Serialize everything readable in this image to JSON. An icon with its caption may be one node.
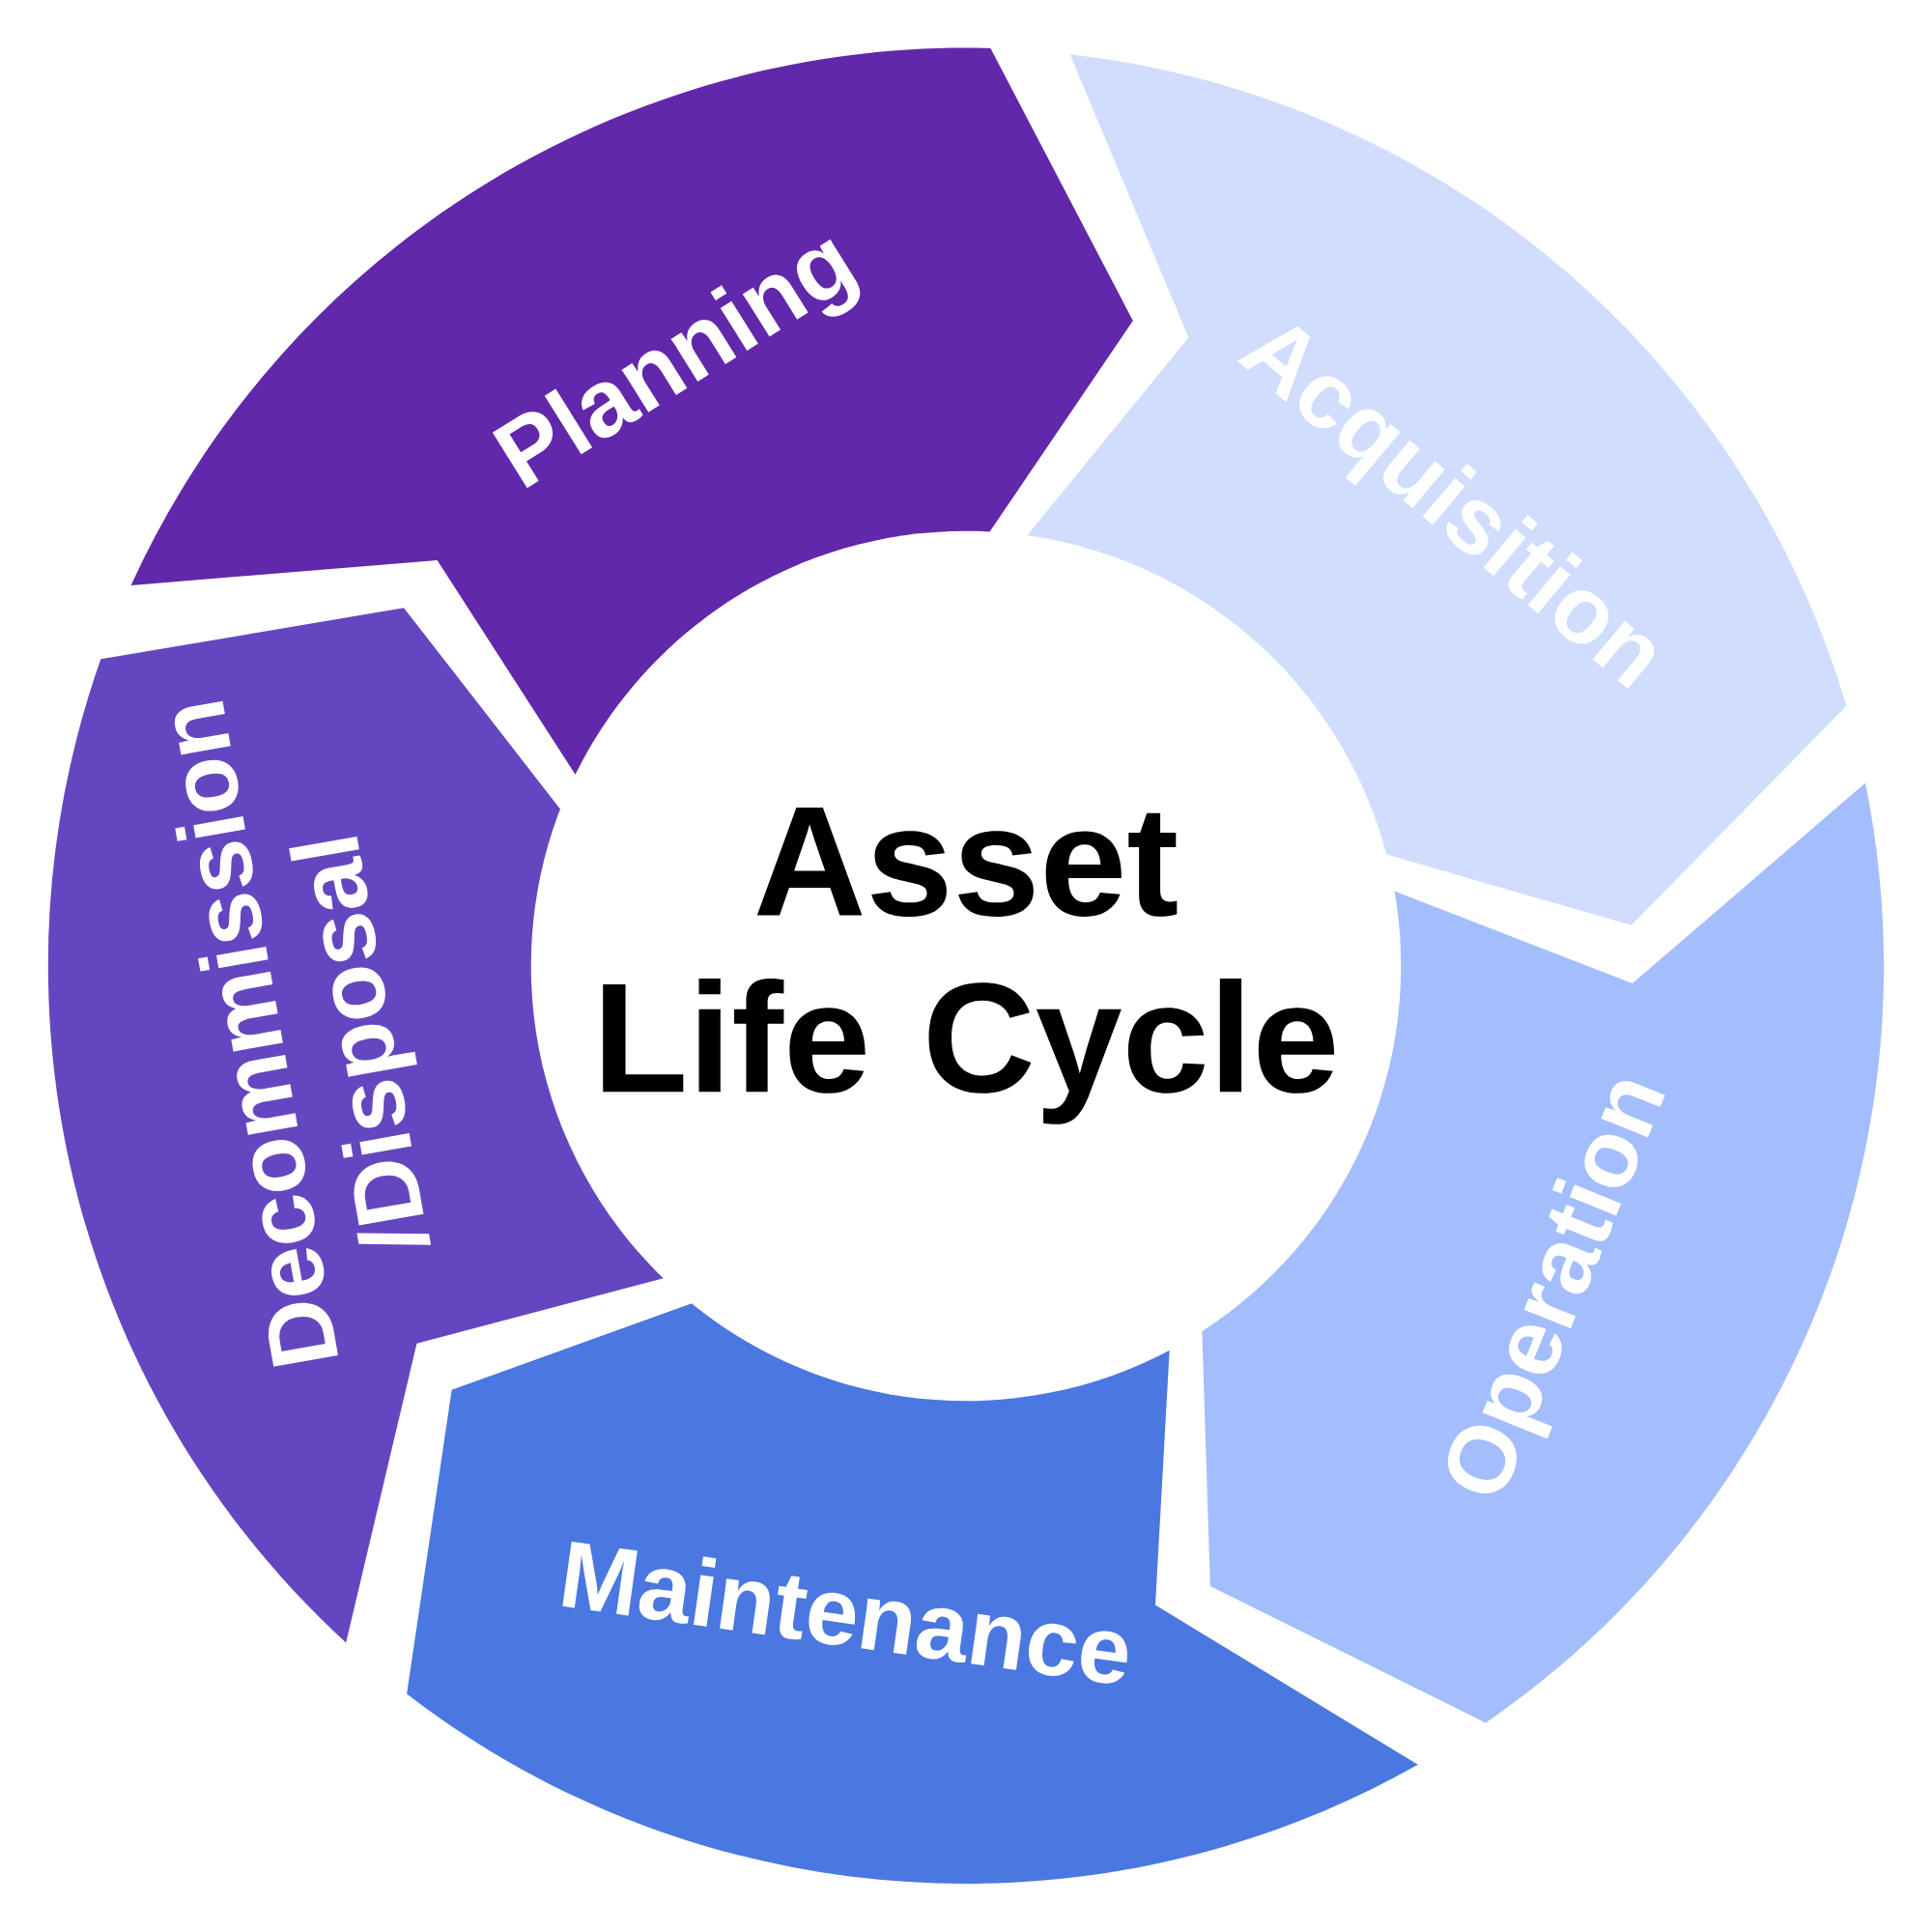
{
  "diagram": {
    "nodes": [
      {
        "text": [
          "Asset Life Cycle"
        ]
      },
      {
        "text": [
          "Planning"
        ]
      },
      {
        "text": [
          "Acquisition"
        ]
      },
      {
        "text": [
          "Operation"
        ]
      },
      {
        "text": [
          "Maintenance"
        ]
      },
      {
        "text": [
          "Decommission /Disposal"
        ]
      }
    ]
  }
}
